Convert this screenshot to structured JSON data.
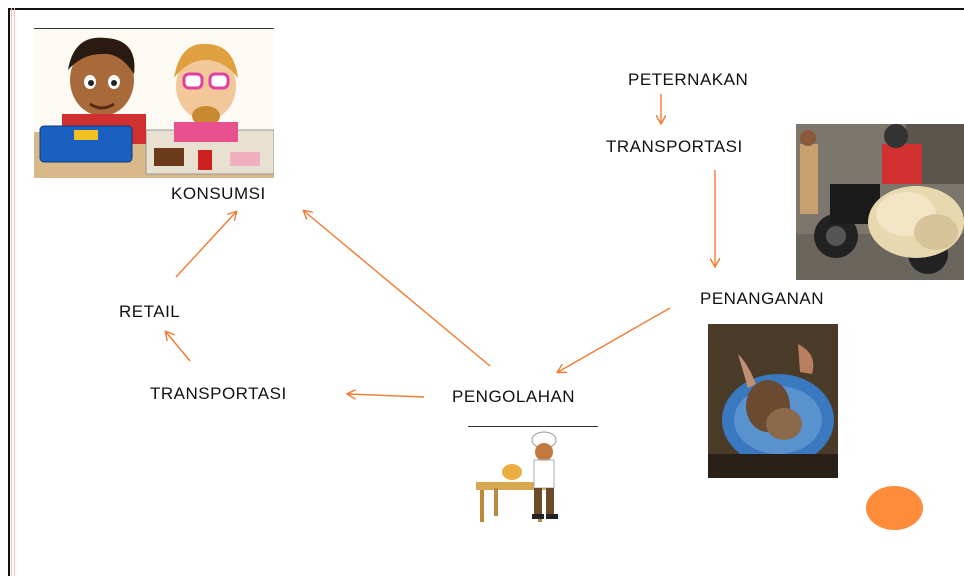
{
  "nodes": {
    "peternakan": "PETERNAKAN",
    "transportasi_top": "TRANSPORTASI",
    "penanganan": "PENANGANAN",
    "pengolahan": "PENGOLAHAN",
    "transportasi_bottom": "TRANSPORTASI",
    "retail": "RETAIL",
    "konsumsi": "KONSUMSI"
  },
  "colors": {
    "arrow": "#f07a30",
    "accent_circle": "#ff8c3a",
    "border_stripe": "#f2b8a8"
  }
}
